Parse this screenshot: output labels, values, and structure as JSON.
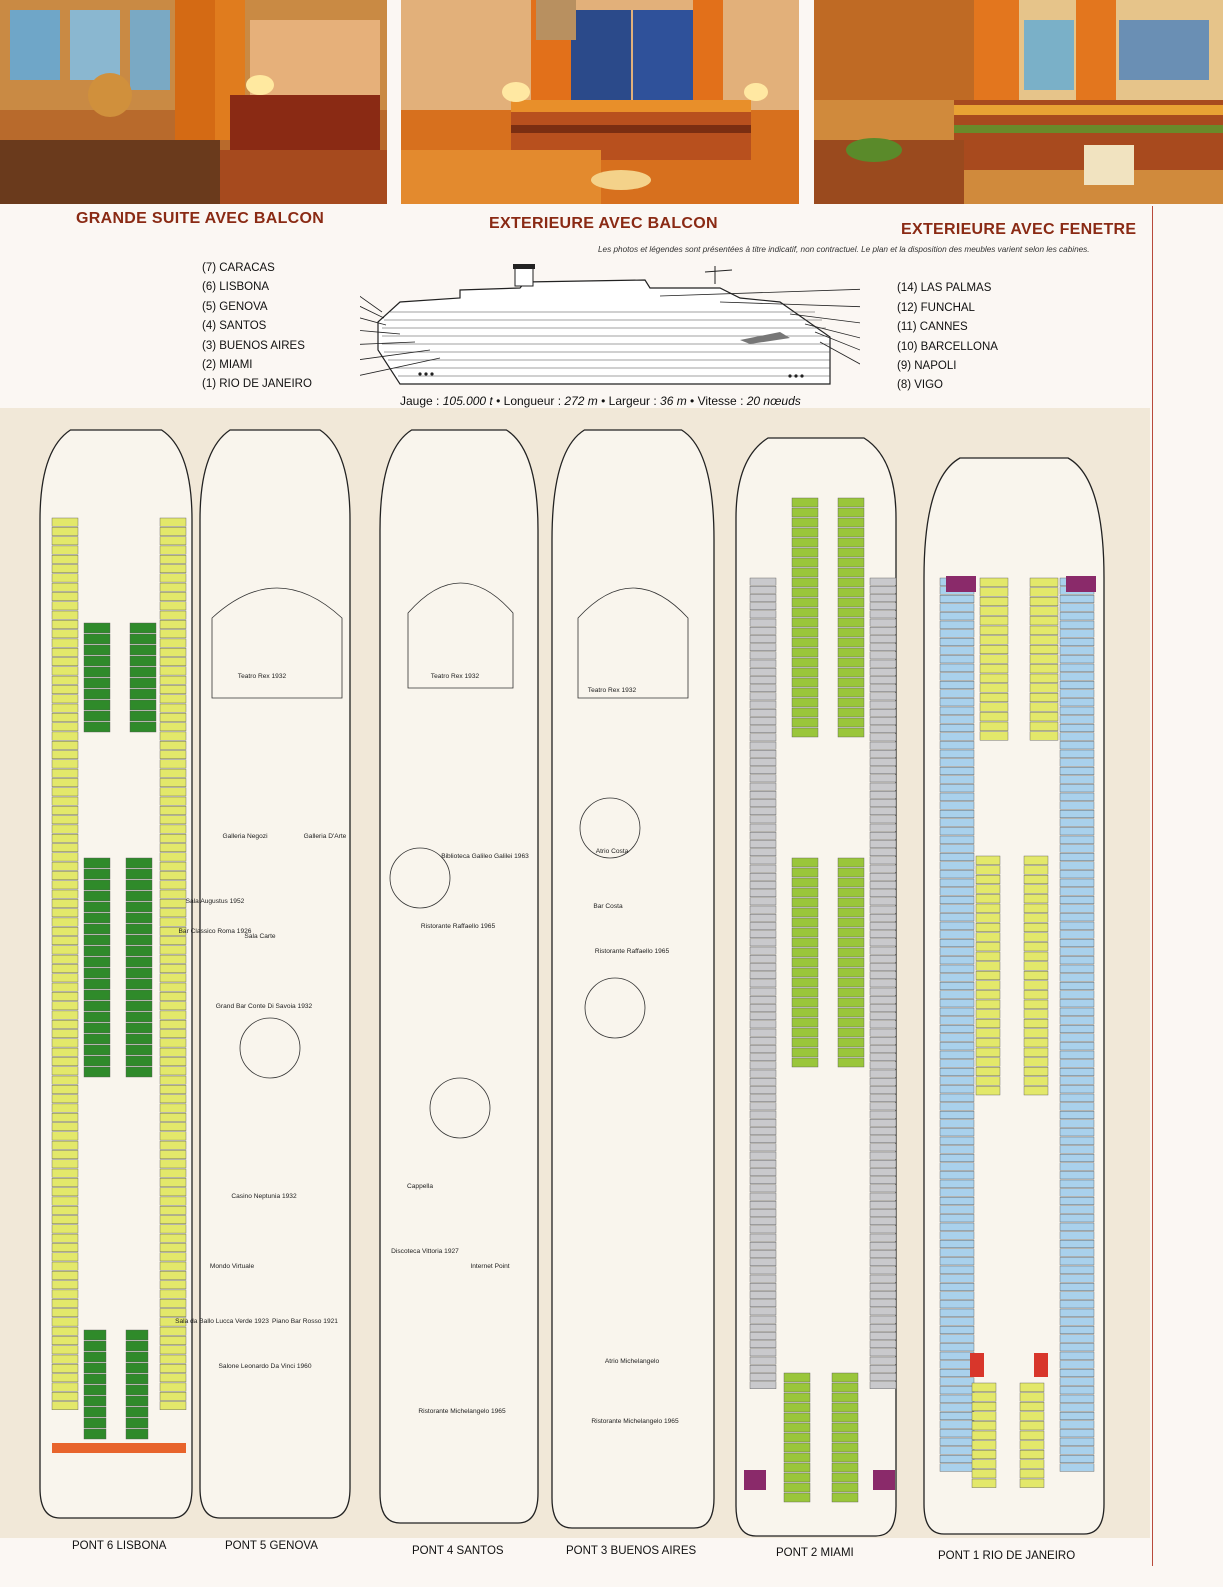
{
  "photos": [
    {
      "caption": "GRANDE SUITE AVEC BALCON"
    },
    {
      "caption": "EXTERIEURE AVEC BALCON"
    },
    {
      "caption": "EXTERIEURE AVEC FENETRE"
    }
  ],
  "disclaimer": "Les photos et légendes sont présentées à titre indicatif, non contractuel. Le plan et la disposition des meubles varient selon les cabines.",
  "ship_decks_left": [
    "(7) CARACAS",
    "(6) LISBONA",
    "(5) GENOVA",
    "(4) SANTOS",
    "(3) BUENOS AIRES",
    "(2) MIAMI",
    "(1) RIO DE JANEIRO"
  ],
  "ship_decks_right": [
    "(14) LAS PALMAS",
    "(12) FUNCHAL",
    "(11) CANNES",
    "(10) BARCELLONA",
    "(9) NAPOLI",
    "(8) VIGO"
  ],
  "specs": {
    "jauge_label": "Jauge :",
    "jauge_value": "105.000 t",
    "longueur_label": "Longueur :",
    "longueur_value": "272 m",
    "largeur_label": "Largeur :",
    "largeur_value": "36 m",
    "vitesse_label": "Vitesse :",
    "vitesse_value": "20 nœuds",
    "sep": "•"
  },
  "deck_plans": [
    {
      "label": "PONT 6 LISBONA",
      "venues": []
    },
    {
      "label": "PONT 5 GENOVA",
      "venues": [
        "Teatro Rex 1932",
        "Galleria Negozi",
        "Galleria D'Arte",
        "Sala Augustus 1952",
        "Bar Classico Roma 1926",
        "Sala Carte",
        "Grand Bar Conte Di Savoia 1932",
        "Casino Neptunia 1932",
        "Mondo Virtuale",
        "Piano Bar Rosso 1921",
        "Sala da Ballo Lucca Verde 1923",
        "Salone Leonardo Da Vinci 1960"
      ]
    },
    {
      "label": "PONT 4 SANTOS",
      "venues": [
        "Teatro Rex 1932",
        "Biblioteca Galileo Galilei 1963",
        "Ristorante Raffaello 1965",
        "Cappella",
        "Discoteca Vittoria 1927",
        "Internet Point",
        "Ristorante Michelangelo 1965"
      ]
    },
    {
      "label": "PONT 3 BUENOS AIRES",
      "venues": [
        "Teatro Rex 1932",
        "Atrio Costa",
        "Bar Costa",
        "Ristorante Raffaello 1965",
        "Atrio Michelangelo",
        "Ristorante Michelangelo 1965"
      ]
    },
    {
      "label": "PONT 2 MIAMI",
      "venues": []
    },
    {
      "label": "PONT 1 RIO DE JANEIRO",
      "venues": []
    }
  ],
  "colors": {
    "caption": "#8a2a14",
    "yellow_cabin": "#e3e86a",
    "dark_green_cabin": "#2f8a2a",
    "light_green_cabin": "#9ac63a",
    "grey_cabin": "#c9c9cc",
    "blue_cabin": "#a9d1ec",
    "red_cabin": "#d8362b",
    "orange_cabin": "#e8642c",
    "purple_cabin": "#8a2a6a",
    "plan_bg": "#f1e8d8"
  }
}
